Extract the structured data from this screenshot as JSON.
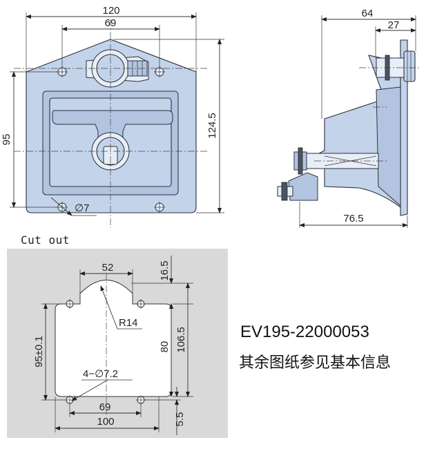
{
  "front_view": {
    "dim_width": "120",
    "dim_hole_spacing": "69",
    "dim_height_total": "124.5",
    "dim_height": "95",
    "dim_hole_dia": "∅7"
  },
  "side_view": {
    "dim_depth": "64",
    "dim_lock": "27",
    "dim_length": "76.5"
  },
  "cutout": {
    "label": "Cut out",
    "dim_top_width": "52",
    "dim_radius": "R14",
    "dim_hole_spacing": "69",
    "dim_bottom_width": "100",
    "dim_holes": "4−∅7.2",
    "dim_left_height": "95±0.1",
    "dim_right_top": "16.5",
    "dim_right_mid": "80",
    "dim_right_total": "106.5",
    "dim_right_bottom": "5.5"
  },
  "part_number": "EV195-22000053",
  "note": "其余图纸参见基本信息",
  "colors": {
    "part_fill": "#c3d3ea",
    "cutout_bg": "#d9d9d9",
    "line": "#333333"
  }
}
